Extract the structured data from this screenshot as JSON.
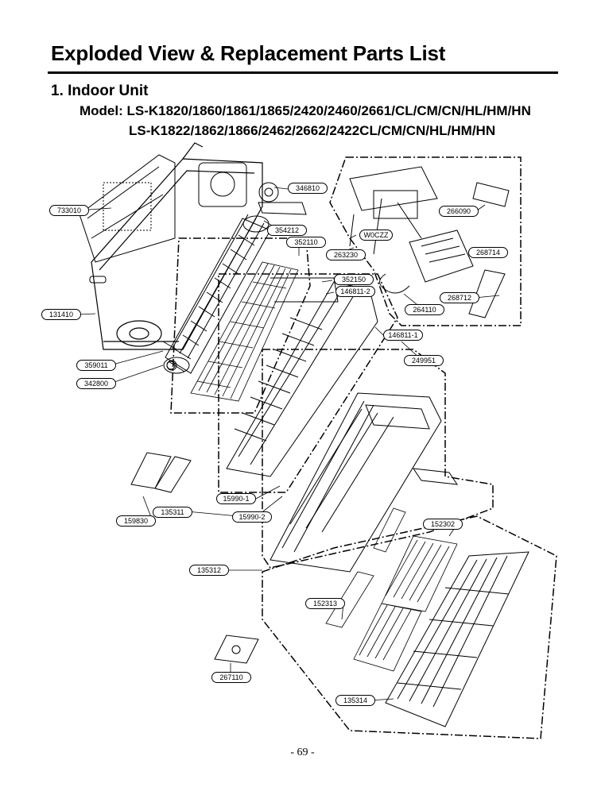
{
  "header": {
    "title": "Exploded View & Replacement Parts List",
    "section": "1. Indoor Unit",
    "model_line_1": "Model: LS-K1820/1860/1861/1865/2420/2460/2661/CL/CM/CN/HL/HM/HN",
    "model_line_2": "LS-K1822/1862/1866/2462/2662/2422CL/CM/CN/HL/HM/HN"
  },
  "diagram": {
    "part_labels": {
      "p733010": "733010",
      "p346810": "346810",
      "p266090": "266090",
      "p354212": "354212",
      "p352110": "352110",
      "pw0cz": "W0CZZ",
      "p263230": "263230",
      "p268714": "268714",
      "p352150": "352150",
      "p146811_2": "146811-2",
      "p264110": "264110",
      "p268712": "268712",
      "p131410": "131410",
      "p146811_1": "146811-1",
      "p249951": "249951",
      "p359011": "359011",
      "p342800": "342800",
      "p159901": "15990-1",
      "p135311": "135311",
      "p159902": "15990-2",
      "p159830": "159830",
      "p152302": "152302",
      "p135312": "135312",
      "p152313": "152313",
      "p267110": "267110",
      "p135314": "135314"
    }
  },
  "footer": {
    "page_number": "- 69 -"
  }
}
